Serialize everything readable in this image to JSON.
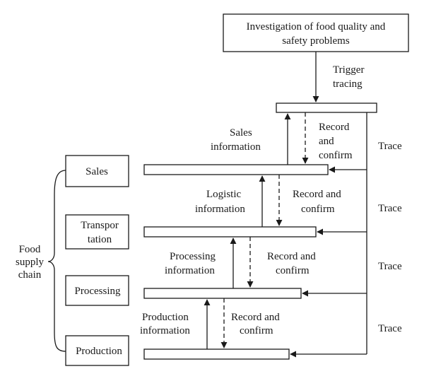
{
  "top_box": {
    "line1": "Investigation of food quality and",
    "line2": "safety problems"
  },
  "trigger": {
    "line1": "Trigger",
    "line2": "tracing"
  },
  "chain_label": {
    "line1": "Food",
    "line2": "supply",
    "line3": "chain"
  },
  "stages": {
    "sales": "Sales",
    "transport_line1": "Transpor",
    "transport_line2": "tation",
    "processing": "Processing",
    "production": "Production"
  },
  "flows": {
    "sales": {
      "info1": "Sales",
      "info2": "information",
      "rc1": "Record",
      "rc2": "and",
      "rc3": "confirm"
    },
    "logistic": {
      "info1": "Logistic",
      "info2": "information",
      "rc1": "Record and",
      "rc2": "confirm"
    },
    "processing": {
      "info1": "Processing",
      "info2": "information",
      "rc1": "Record and",
      "rc2": "confirm"
    },
    "production": {
      "info1": "Production",
      "info2": "information",
      "rc1": "Record and",
      "rc2": "confirm"
    }
  },
  "trace_labels": [
    "Trace",
    "Trace",
    "Trace",
    "Trace"
  ]
}
